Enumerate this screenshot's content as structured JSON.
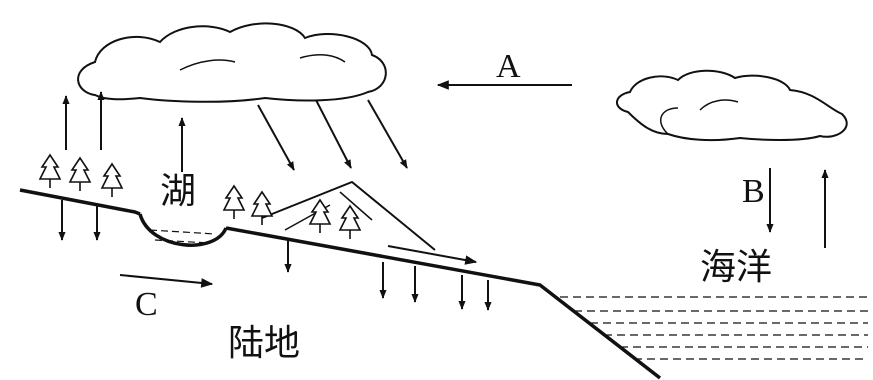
{
  "diagram": {
    "labels": {
      "arrow_a": "A",
      "arrow_b": "B",
      "arrow_c": "C",
      "lake": "湖",
      "ocean": "海洋",
      "land": "陆地"
    },
    "colors": {
      "ink": "#111111",
      "background": "#ffffff"
    }
  }
}
